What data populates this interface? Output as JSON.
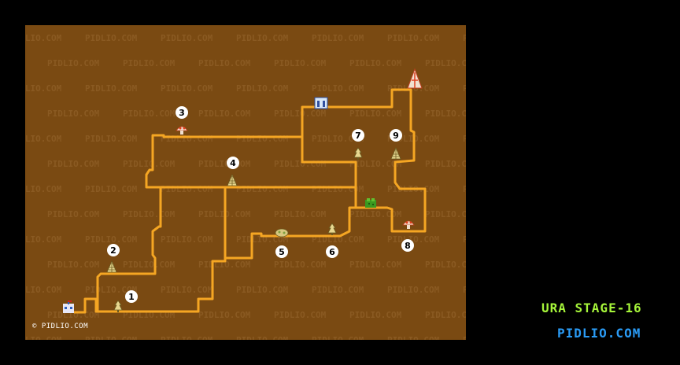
{
  "map": {
    "watermark": "PIDLIO.COM",
    "copyright": "© PIDLIO.COM",
    "colors": {
      "ground": "#7a4a12",
      "path": "#f5a623",
      "marker": "#ffffff"
    },
    "stages": [
      {
        "number": "1",
        "icon": "tree-icon"
      },
      {
        "number": "2",
        "icon": "fern-icon"
      },
      {
        "number": "3",
        "icon": "mushroom-icon"
      },
      {
        "number": "4",
        "icon": "fern-icon"
      },
      {
        "number": "5",
        "icon": "bush-icon"
      },
      {
        "number": "6",
        "icon": "tree-icon"
      },
      {
        "number": "7",
        "icon": "tree-icon"
      },
      {
        "number": "8",
        "icon": "mushroom-icon"
      },
      {
        "number": "9",
        "icon": "fern-icon"
      }
    ],
    "landmarks": [
      "castle-icon",
      "gate-icon",
      "goal-flag-icon",
      "shrub-icon"
    ]
  },
  "stage_title": "URA STAGE-16",
  "site_name": "PIDLIO.COM"
}
